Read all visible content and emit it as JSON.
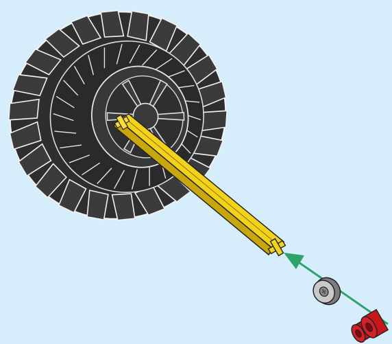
{
  "colors": {
    "background": "#d6eefb",
    "tire": "#2e2e2e",
    "tire_outline": "#f2f2f2",
    "hub": "#3a3a3a",
    "hub_outline": "#e6e6e6",
    "axle": "#f2d21a",
    "axle_dark": "#c9a60c",
    "arrow": "#2fa36b",
    "bush": "#8c8c8c",
    "bush_light": "#c9c9c9",
    "red_part": "#c8161e",
    "red_part_dark": "#7a0c10"
  },
  "parts": [
    {
      "name": "tire",
      "icon": "tire-icon"
    },
    {
      "name": "wheel-hub",
      "icon": "hub-icon"
    },
    {
      "name": "axle",
      "icon": "axle-icon"
    },
    {
      "name": "bush",
      "icon": "bush-icon"
    },
    {
      "name": "red-pin-connector",
      "icon": "pin-icon"
    }
  ],
  "instruction": {
    "step_arrow": "assembly-direction-arrow"
  }
}
